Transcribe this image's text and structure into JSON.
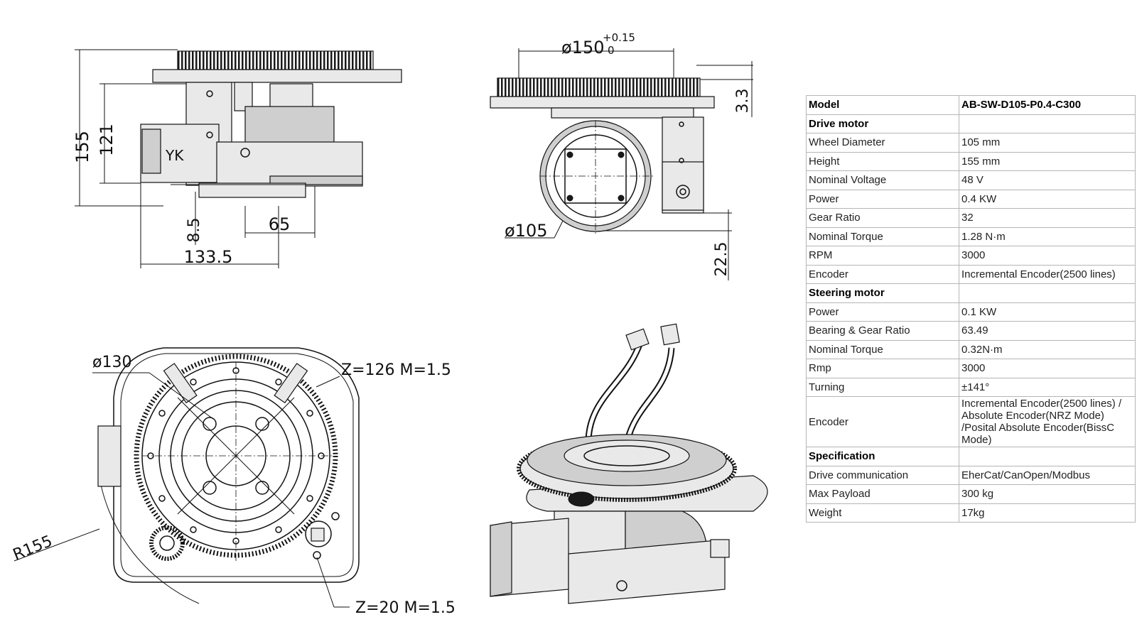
{
  "drawings": {
    "side_view": {
      "dim_height": "155",
      "dim_body": "121",
      "dim_offset": "8.5",
      "dim_65": "65",
      "dim_length": "133.5",
      "label_motor": "YK"
    },
    "front_view": {
      "dim_bore": "ø150",
      "dim_tol_plus": "+0.15",
      "dim_tol_zero": "0",
      "dim_33": "3.3",
      "dim_wheel": "ø105",
      "dim_225": "22.5"
    },
    "top_view": {
      "dim_130": "ø130",
      "gear_big": "Z=126  M=1.5",
      "radius": "R155",
      "gear_small": "Z=20  M=1.5"
    }
  },
  "spec_table": {
    "rows": [
      {
        "key": "Model",
        "value": "AB-SW-D105-P0.4-C300",
        "header": true
      },
      {
        "key": "Drive motor",
        "value": "",
        "header": true
      },
      {
        "key": "Wheel Diameter",
        "value": "105 mm"
      },
      {
        "key": "Height",
        "value": "155 mm"
      },
      {
        "key": "Nominal Voltage",
        "value": "48 V"
      },
      {
        "key": "Power",
        "value": "0.4 KW"
      },
      {
        "key": "Gear Ratio",
        "value": "32"
      },
      {
        "key": "Nominal Torque",
        "value": "1.28 N·m"
      },
      {
        "key": "RPM",
        "value": "3000"
      },
      {
        "key": "Encoder",
        "value": "Incremental Encoder(2500 lines)"
      },
      {
        "key": "Steering motor",
        "value": "",
        "header": true
      },
      {
        "key": "Power",
        "value": "0.1 KW"
      },
      {
        "key": "Bearing & Gear Ratio",
        "value": "63.49"
      },
      {
        "key": "Nominal Torque",
        "value": "0.32N·m"
      },
      {
        "key": "Rmp",
        "value": "3000"
      },
      {
        "key": "Turning",
        "value": "±141°"
      },
      {
        "key": "Encoder",
        "value_lines": [
          "Incremental Encoder(2500 lines) /",
          "Absolute Encoder(NRZ Mode)",
          "/Posital Absolute Encoder(BissC",
          "Mode)"
        ]
      },
      {
        "key": "Specification",
        "value": "",
        "header": true
      },
      {
        "key": "Drive communication",
        "value": "EherCat/CanOpen/Modbus"
      },
      {
        "key": "Max Payload",
        "value": "300 kg"
      },
      {
        "key": "Weight",
        "value": "17kg"
      }
    ]
  }
}
